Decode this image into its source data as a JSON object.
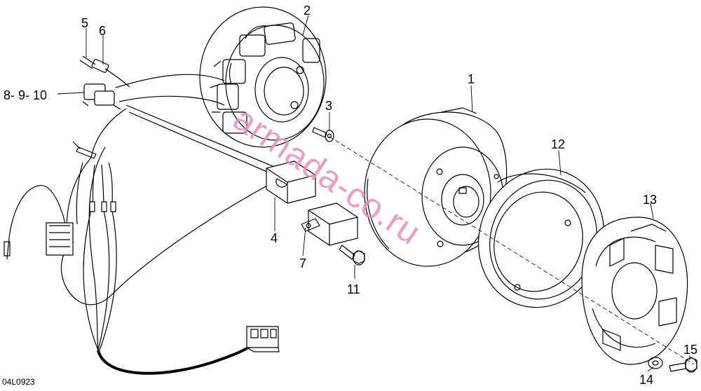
{
  "callouts": {
    "c1": "1",
    "c2": "2",
    "c3": "3",
    "c4": "4",
    "c5": "5",
    "c6": "6",
    "c7": "7",
    "c8_9_10": "8- 9- 10",
    "c11": "11",
    "c12": "12",
    "c13": "13",
    "c14": "14",
    "c15": "15"
  },
  "figure_code": "04L0923",
  "watermark": "armada-co.ru",
  "colors": {
    "line": "#000000",
    "watermark": "#e78fb8",
    "background": "#ffffff"
  }
}
